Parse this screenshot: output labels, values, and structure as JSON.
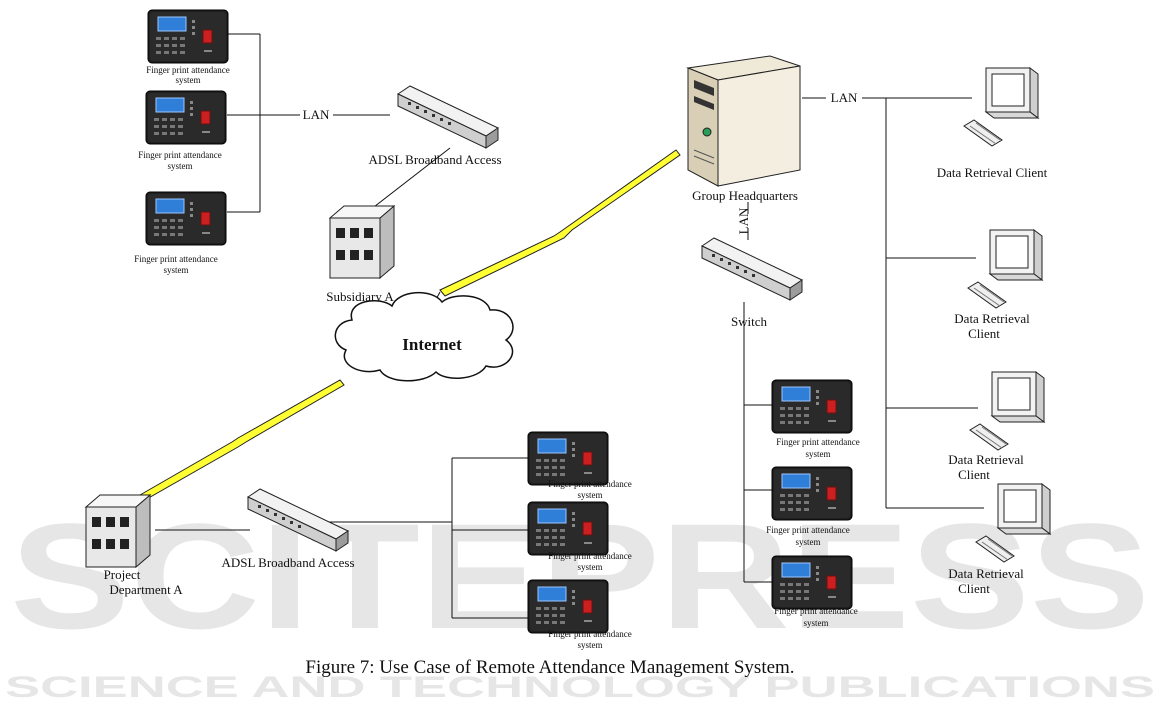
{
  "watermark": {
    "main": "SCITEPRESS",
    "sub": "SCIENCE AND TECHNOLOGY PUBLICATIONS"
  },
  "caption": "Figure 7: Use Case of Remote Attendance Management System.",
  "labels": {
    "fingerprint_line1": "Finger print attendance",
    "fingerprint_line2": "system",
    "lan": "LAN",
    "adsl": "ADSL Broadband Access",
    "subsidiary": "Subsidiary A",
    "internet": "Internet",
    "group_hq": "Group Headquarters",
    "switch": "Switch",
    "project_line1": "Project",
    "project_line2": "Department A",
    "client_single": "Data Retrieval Client",
    "client_line1": "Data Retrieval",
    "client_line2": "Client"
  },
  "icons": {
    "fingerprint_device": "fingerprint-terminal-icon",
    "router": "adsl-router-icon",
    "building": "office-building-icon",
    "cloud": "internet-cloud-icon",
    "server": "server-tower-icon",
    "switch": "network-switch-icon",
    "computer": "desktop-computer-icon",
    "wireless": "lightning-link-icon"
  },
  "colors": {
    "link": "#ffff33",
    "device_screen": "#2f7fd8",
    "sensor": "#cc2020"
  }
}
